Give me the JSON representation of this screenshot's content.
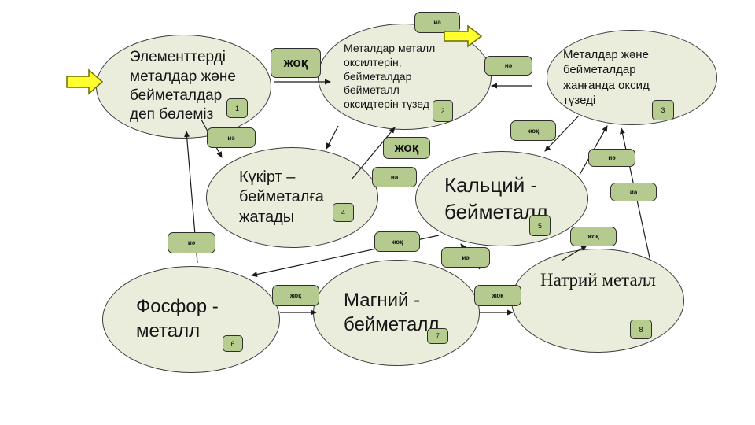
{
  "nodes": [
    {
      "text": "Элементтерді\nметалдар және\nбейметалдар\nдеп бөлеміз",
      "number": "1"
    },
    {
      "text": "Металдар металл\nоксилтерін,\nбейметалдар\nбейметалл\nоксидтерін түзед",
      "number": "2"
    },
    {
      "text": "Металдар және\nбейметалдар\nжанғанда оксид\nтүзеді",
      "number": "3"
    },
    {
      "text": "Күкірт –\nбейметалға\nжатады",
      "number": "4"
    },
    {
      "text": "Кальций -\nбейметалл",
      "number": "5"
    },
    {
      "text": "Фосфор -\nметалл",
      "number": "6"
    },
    {
      "text": "Магний -\nбейметалл",
      "number": "7"
    },
    {
      "text": "Натрий металл",
      "number": "8"
    }
  ],
  "tags": [
    {
      "label": "жоқ"
    },
    {
      "label": "иә"
    },
    {
      "label": "иә"
    },
    {
      "label": "иә"
    },
    {
      "label": "жоқ"
    },
    {
      "label": "жоқ"
    },
    {
      "label": "иә"
    },
    {
      "label": "иә"
    },
    {
      "label": "иә"
    },
    {
      "label": "иә"
    },
    {
      "label": "жоқ"
    },
    {
      "label": "иә"
    },
    {
      "label": "жоқ"
    },
    {
      "label": "жоқ"
    },
    {
      "label": "жоқ"
    }
  ],
  "colors": {
    "node_fill": "#eaeddc",
    "tag_fill": "#b4ca8e",
    "arrow_yellow": "#ffff2e",
    "line": "#1a1a1a"
  }
}
